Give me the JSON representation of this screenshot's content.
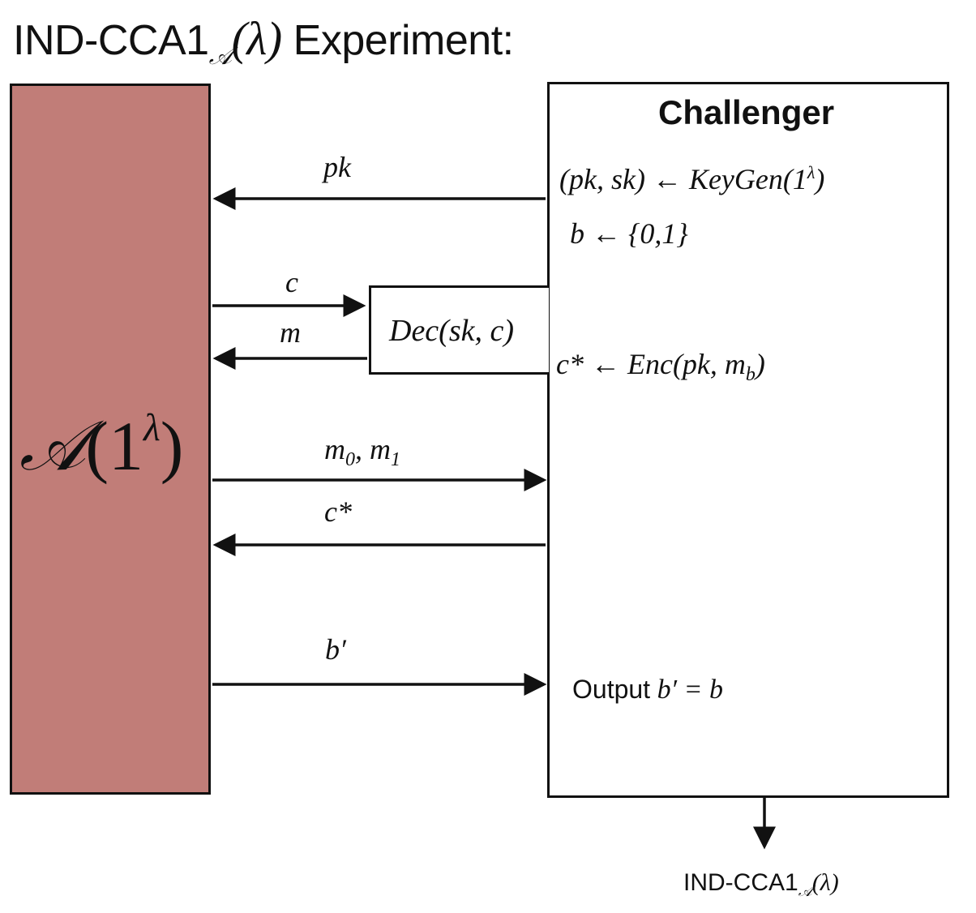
{
  "title": {
    "prefix": "IND-CCA1",
    "subscript": "𝒜",
    "argument": "(λ)",
    "suffix": " Experiment:"
  },
  "adversary": {
    "symbol": "𝒜",
    "argument": "(1",
    "superscript": "λ",
    "close": ")"
  },
  "challenger": {
    "title": "Challenger",
    "keygen": "(pk, sk) ← KeyGen(1",
    "keygen_sup": "λ",
    "keygen_close": ")",
    "bit_choice": "b ← {0,1}",
    "encrypt": "c* ← Enc(pk, m",
    "encrypt_sub": "b",
    "encrypt_close": ")",
    "output_text": "Output",
    "output_expr": " b′ = b"
  },
  "oracle": {
    "label": "Dec(sk, c)"
  },
  "messages": {
    "pk": "pk",
    "c": "c",
    "m": "m",
    "m0": "m",
    "m0_sub": "0",
    "sep": ", m",
    "m1_sub": "1",
    "c_star": "c*",
    "b_prime": "b′"
  },
  "result": {
    "prefix": "IND-CCA1",
    "subscript": "𝒜",
    "argument": "(λ)"
  }
}
